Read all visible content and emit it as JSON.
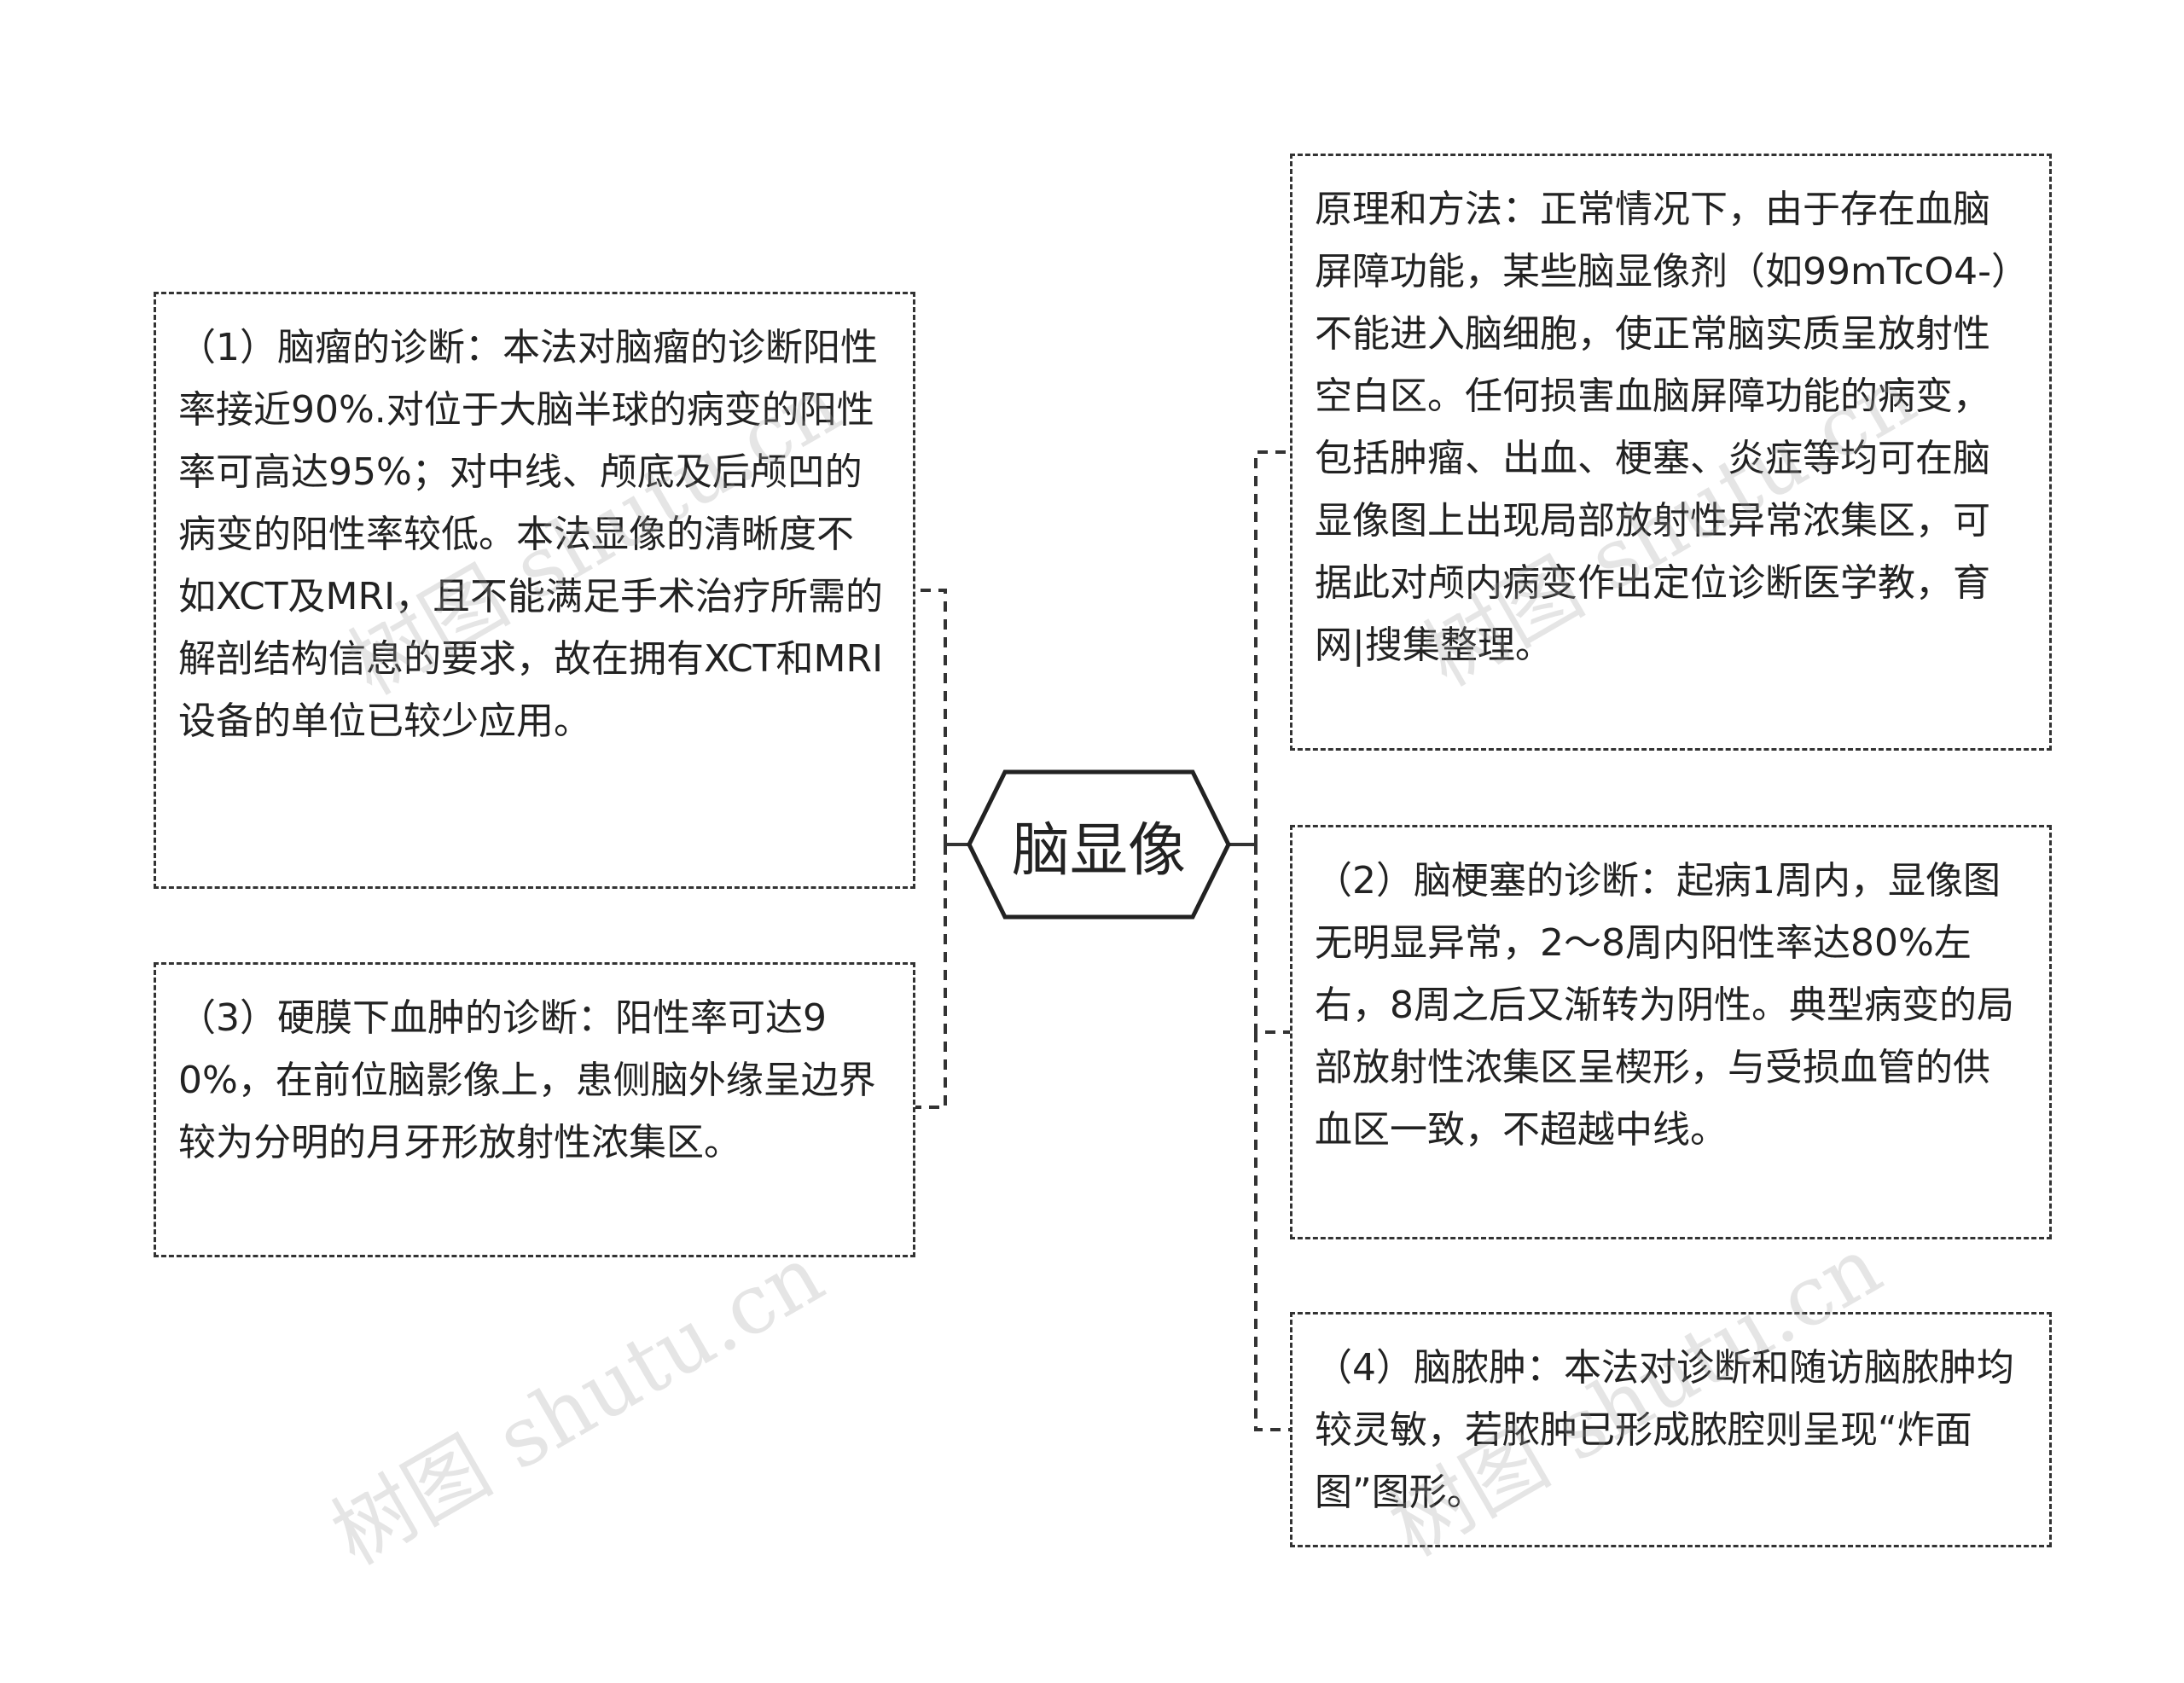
{
  "center": {
    "label": "脑显像"
  },
  "left_nodes": [
    {
      "text": "（1）脑瘤的诊断：本法对脑瘤的诊断阳性率接近90%.对位于大脑半球的病变的阳性率可高达95%；对中线、颅底及后颅凹的病变的阳性率较低。本法显像的清晰度不如XCT及MRI，且不能满足手术治疗所需的解剖结构信息的要求，故在拥有XCT和MRI设备的单位已较少应用。"
    },
    {
      "text": "（3）硬膜下血肿的诊断：阳性率可达90%，在前位脑影像上，患侧脑外缘呈边界较为分明的月牙形放射性浓集区。"
    }
  ],
  "right_nodes": [
    {
      "text": "原理和方法：正常情况下，由于存在血脑屏障功能，某些脑显像剂（如99mTcO4-）不能进入脑细胞，使正常脑实质呈放射性空白区。任何损害血脑屏障功能的病变，包括肿瘤、出血、梗塞、炎症等均可在脑显像图上出现局部放射性异常浓集区，可据此对颅内病变作出定位诊断医学教，育网|搜集整理。"
    },
    {
      "text": "（2）脑梗塞的诊断：起病1周内，显像图无明显异常，2～8周内阳性率达80%左右，8周之后又渐转为阴性。典型病变的局部放射性浓集区呈楔形，与受损血管的供血区一致，不超越中线。"
    },
    {
      "text": "（4）脑脓肿：本法对诊断和随访脑脓肿均较灵敏，若脓肿已形成脓腔则呈现“炸面图”图形。"
    }
  ],
  "watermark": {
    "text": "树图 shutu.cn"
  },
  "colors": {
    "line": "#333333",
    "text": "#222222",
    "watermark": "#a0a0a0"
  }
}
